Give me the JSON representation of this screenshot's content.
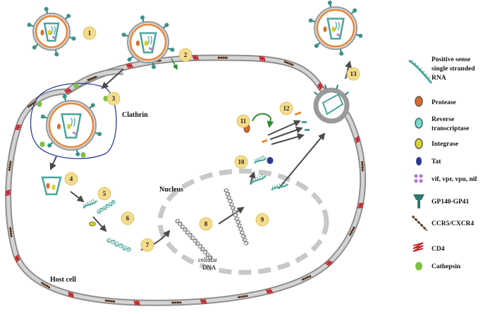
{
  "steps": [
    "1",
    "2",
    "3",
    "4",
    "5",
    "6",
    "7",
    "8",
    "9",
    "10",
    "11",
    "12",
    "13"
  ],
  "labels": {
    "clathrin": "Clathrin",
    "nucleus": "Nucleus",
    "cellular_dna_1": "cellular",
    "cellular_dna_2": "DNA",
    "host_cell": "Host cell"
  },
  "legend": {
    "rna": [
      "Positive sense",
      "single stranded",
      "RNA"
    ],
    "protease": "Protease",
    "reverse_transcriptase": [
      "Reverse",
      "transcriptase"
    ],
    "integrase": "Integrase",
    "tat": "Tat",
    "accessory": "vif, vpr, vpu, nif",
    "gp": "GP140-GP41",
    "coreceptor": "CCR5/CXCR4",
    "cd4": "CD4",
    "cathepsin": "Cathepsin"
  },
  "colors": {
    "membrane": "#b8b8b8",
    "envelope_orange": "#e8873a",
    "capsid_teal": "#4aa59a",
    "step_badge": "#f5dc8a",
    "cd4_red": "#c0262b",
    "receptor_brown": "#5a3418",
    "cathepsin_green": "#7cc240",
    "tat_blue": "#2b3a8f",
    "protease_orange": "#d86b2a",
    "integrase_yellow": "#d8d22a",
    "accessory_purple": "#b07ac8",
    "clathrin_blue": "#2b3a9b"
  }
}
